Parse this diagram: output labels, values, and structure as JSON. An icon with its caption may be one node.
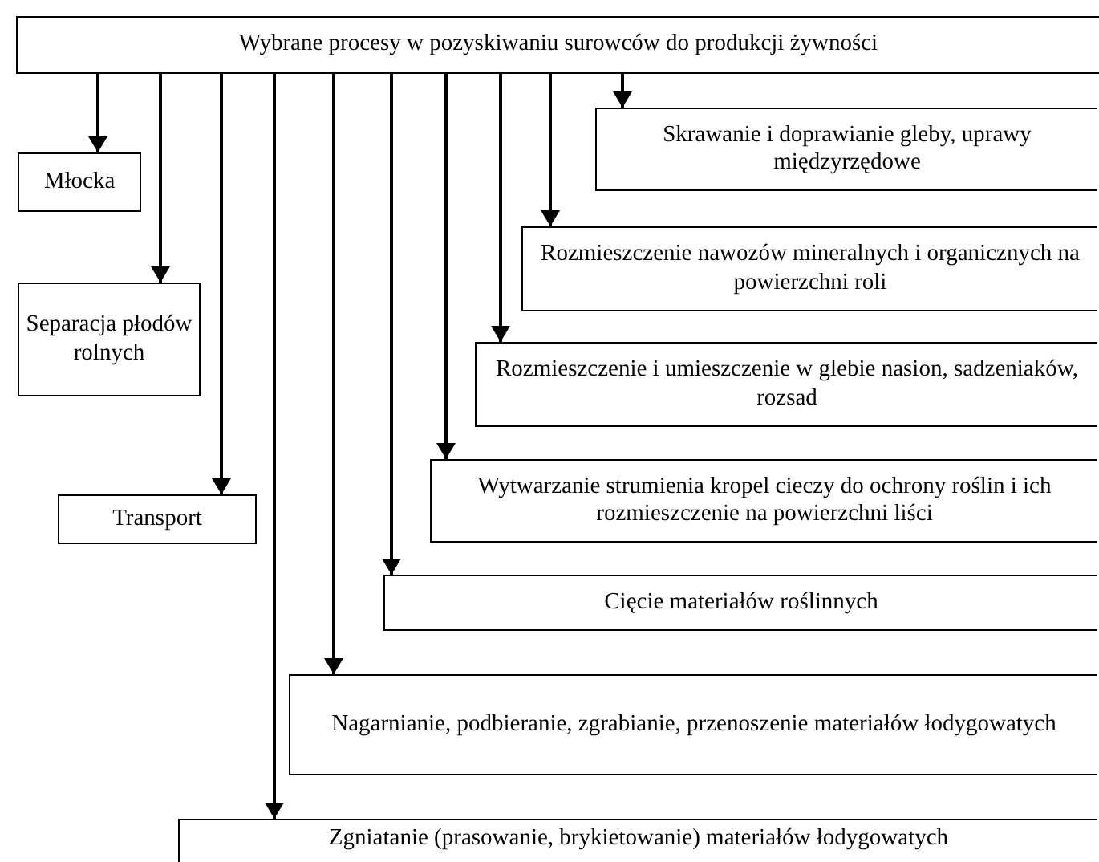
{
  "diagram": {
    "nodes": [
      {
        "text": [
          "Wybrane procesy w pozyskiwaniu surowców do produkcji żywności"
        ]
      },
      {
        "text": [
          "Skrawanie i doprawianie gleby, uprawy międzyrzędowe"
        ]
      },
      {
        "text": [
          "Młocka"
        ]
      },
      {
        "text": [
          "Rozmieszczenie nawozów mineralnych i organicznych na powierzchni roli"
        ]
      },
      {
        "text": [
          "Separacja płodów rolnych"
        ]
      },
      {
        "text": [
          "Rozmieszczenie i umieszczenie w glebie nasion, sadzeniaków, rozsad"
        ]
      },
      {
        "text": [
          "Wytwarzanie strumienia kropel cieczy do ochrony roślin i ich rozmieszczenie na powierzchni liści"
        ]
      },
      {
        "text": [
          "Transport"
        ]
      },
      {
        "text": [
          "Cięcie materiałów roślinnych"
        ]
      },
      {
        "text": [
          "Nagarnianie, podbieranie, zgrabianie, przenoszenie materiałów łodygowatych"
        ]
      },
      {
        "text": [
          "Zgniatanie (prasowanie, brykietowanie) materiałów łodygowatych"
        ]
      }
    ],
    "edges": [
      {
        "from": 0,
        "to": 2,
        "arrow": "to"
      },
      {
        "from": 0,
        "to": 4,
        "arrow": "to"
      },
      {
        "from": 0,
        "to": 7,
        "arrow": "to"
      },
      {
        "from": 0,
        "to": 10,
        "arrow": "to"
      },
      {
        "from": 0,
        "to": 9,
        "arrow": "to"
      },
      {
        "from": 0,
        "to": 8,
        "arrow": "to"
      },
      {
        "from": 0,
        "to": 6,
        "arrow": "to"
      },
      {
        "from": 0,
        "to": 5,
        "arrow": "to"
      },
      {
        "from": 0,
        "to": 3,
        "arrow": "to"
      },
      {
        "from": 0,
        "to": 1,
        "arrow": "to"
      }
    ]
  }
}
